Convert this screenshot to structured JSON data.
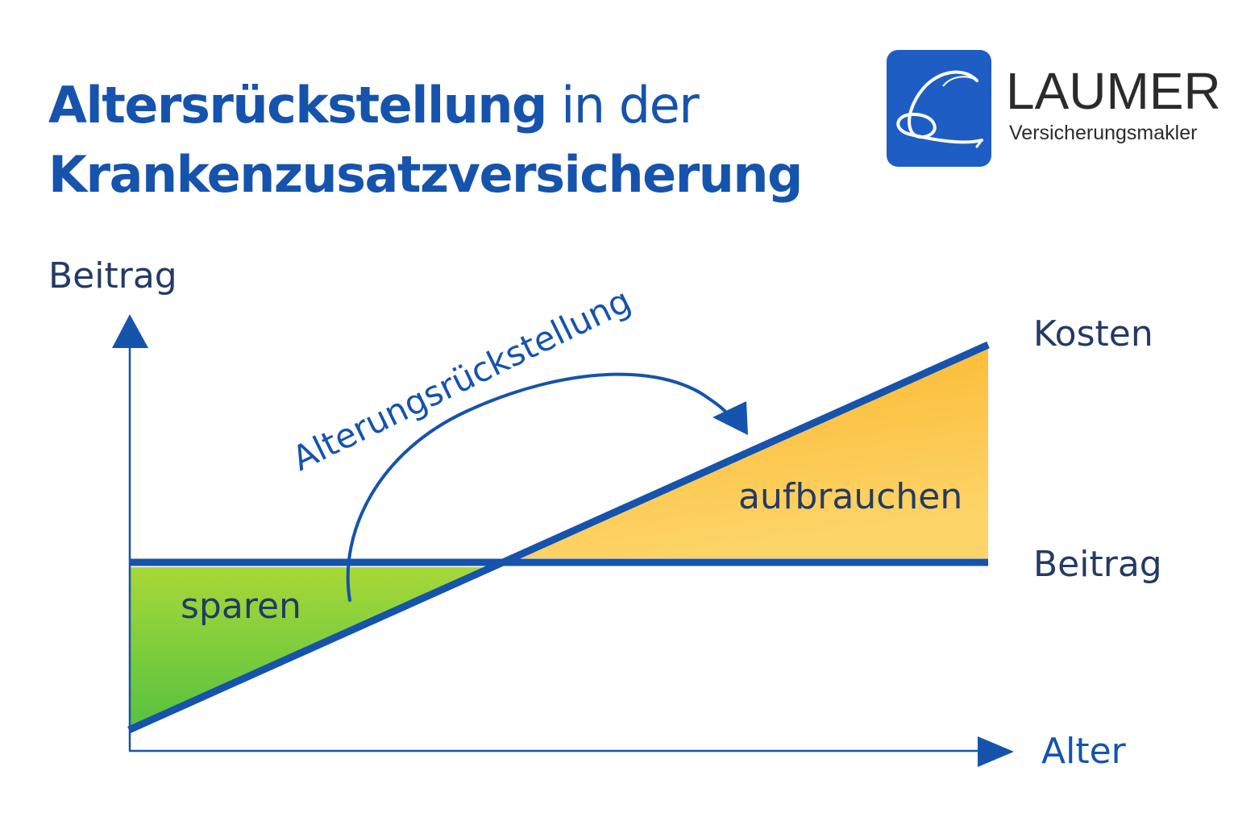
{
  "title": {
    "line1_bold": "Altersrückstellung",
    "line1_rest": " in der",
    "line2_bold": "Krankenzusatzversicherung"
  },
  "logo": {
    "icon": "script-l-monogram-icon",
    "name": "LAUMER",
    "subtitle": "Versicherungsmakler",
    "color": "#1e5dc4"
  },
  "diagram": {
    "y_axis_label": "Beitrag",
    "x_axis_label": "Alter",
    "line_labels": {
      "costs": "Kosten",
      "premium": "Beitrag"
    },
    "areas": {
      "saving": "sparen",
      "consuming": "aufbrauchen"
    },
    "arrow_label": "Alterungsrückstellung",
    "colors": {
      "line": "#1553ad",
      "saving_fill_top": "#a8d838",
      "saving_fill_bottom": "#55c240",
      "consuming_fill_top": "#fbb52a",
      "consuming_fill_bottom": "#fdd468",
      "text_dark": "#233b64"
    }
  }
}
